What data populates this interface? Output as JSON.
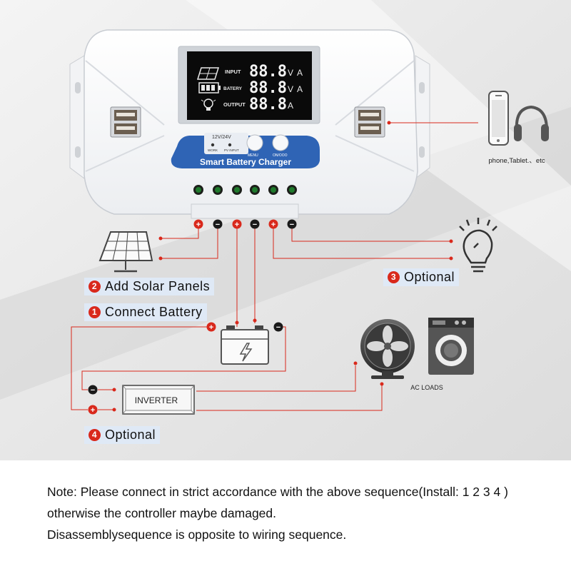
{
  "controller": {
    "name_label": "Smart Battery Charger",
    "voltage_label": "12V/24V",
    "work_label": "WORK",
    "pv_input_label": "PV INPUT",
    "menu_label": "MENU",
    "onoff_label": "ON/OOO",
    "lcd": {
      "input_label": "INPUT",
      "battery_label": "BATERY",
      "output_label": "OUTPUT",
      "input_value": "88.8",
      "battery_value": "88.8",
      "output_value": "88.8",
      "input_unit_v": "V",
      "input_unit_a": "A",
      "battery_unit_v": "V",
      "battery_unit_a": "A",
      "output_unit_a": "A"
    },
    "terminal_polarities": [
      "+",
      "−",
      "+",
      "−",
      "+",
      "−"
    ]
  },
  "steps": [
    {
      "number": "2",
      "label": "Add  Solar  Panels"
    },
    {
      "number": "1",
      "label": "Connect  Battery"
    },
    {
      "number": "3",
      "label": "Optional"
    },
    {
      "number": "4",
      "label": "Optional"
    }
  ],
  "devices": {
    "usb_devices_label": "phone,Tablet.、etc",
    "inverter_label": "INVERTER",
    "ac_loads_label": "AC LOADS",
    "battery_pos": "+",
    "battery_neg": "−",
    "inverter_neg": "−",
    "inverter_pos": "+"
  },
  "note": {
    "line1": "Note: Please connect in strict accordance with the above sequence(Install:  1  2  3  4  )",
    "line2": "otherwise the controller maybe  damaged.",
    "line3": "Disassemblysequence is opposite to wiring  sequence."
  },
  "colors": {
    "wire": "#d9291c",
    "panel_blue": "#2f64b5",
    "lcd_bg": "#0a0a0a",
    "badge_red": "#d9291c",
    "label_bg": "#dfe9f6"
  }
}
